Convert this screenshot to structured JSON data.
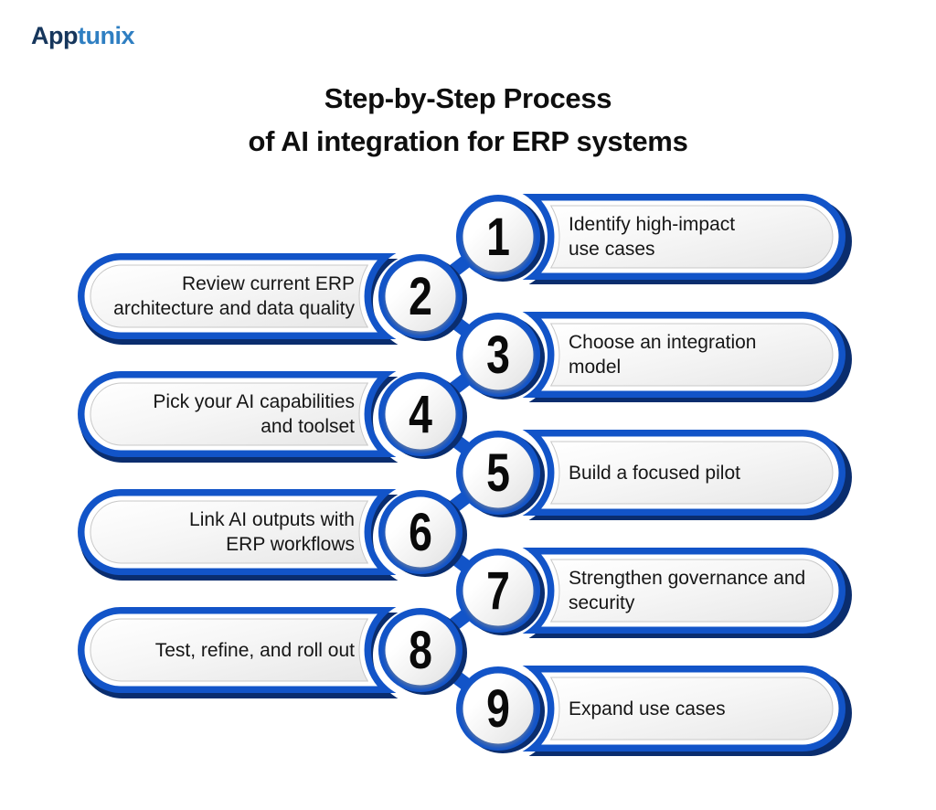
{
  "logo": {
    "brand_dark": "App",
    "brand_light": "tunix"
  },
  "title": {
    "lines": [
      "Step-by-Step Process",
      "of AI integration for ERP systems"
    ]
  },
  "colors": {
    "accent_blue": "#1254C8",
    "shadow_navy": "#0A2D6E",
    "panel_border": "#C8C8C8",
    "panel_fill_light": "#FFFFFF",
    "panel_fill_dark": "#E9E9E9",
    "text": "#161616",
    "logo_dark": "#16365C",
    "logo_light": "#2F7FC2"
  },
  "steps": [
    {
      "number": "1",
      "side": "right",
      "lines": [
        "Identify high-impact",
        "use cases"
      ]
    },
    {
      "number": "2",
      "side": "left",
      "lines": [
        "Review current ERP",
        "architecture and data quality"
      ]
    },
    {
      "number": "3",
      "side": "right",
      "lines": [
        "Choose an integration",
        "model"
      ]
    },
    {
      "number": "4",
      "side": "left",
      "lines": [
        "Pick your AI capabilities",
        "and toolset"
      ]
    },
    {
      "number": "5",
      "side": "right",
      "lines": [
        "Build a focused pilot"
      ]
    },
    {
      "number": "6",
      "side": "left",
      "lines": [
        "Link AI outputs with",
        "ERP workflows"
      ]
    },
    {
      "number": "7",
      "side": "right",
      "lines": [
        "Strengthen governance and",
        "security"
      ]
    },
    {
      "number": "8",
      "side": "left",
      "lines": [
        "Test, refine, and roll out"
      ]
    },
    {
      "number": "9",
      "side": "right",
      "lines": [
        "Expand use cases"
      ]
    }
  ]
}
